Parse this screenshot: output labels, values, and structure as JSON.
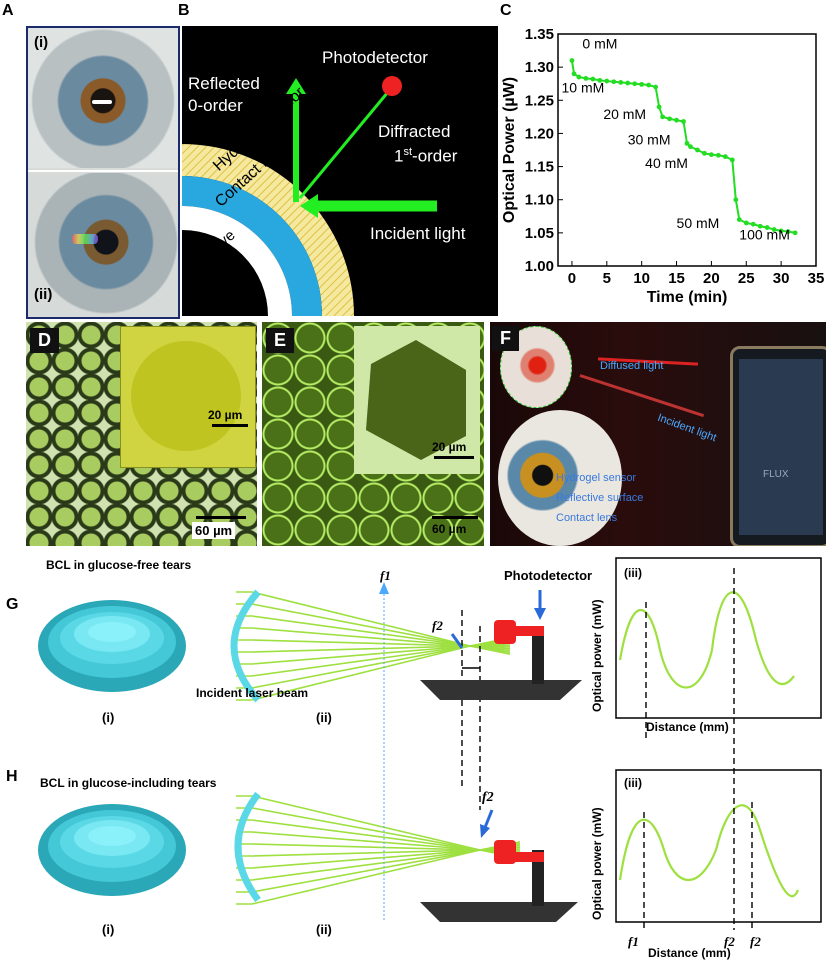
{
  "panel_letters": {
    "A": "A",
    "B": "B",
    "C": "C",
    "D": "D",
    "E": "E",
    "F": "F",
    "G": "G",
    "H": "H"
  },
  "panelA": {
    "sub_i": "(i)",
    "sub_ii": "(ii)"
  },
  "panelB": {
    "photodetector": "Photodetector",
    "reflected_line1": "Reflected",
    "reflected_line2": "0-order",
    "diffracted_line1": "Diffracted",
    "diffracted_line2_pre": "1",
    "diffracted_line2_sup": "st",
    "diffracted_line2_post": "-order",
    "incident": "Incident light",
    "layer_hydrogel": "Hydrogel sensor",
    "layer_contact": "Contact lens",
    "layer_eye": "Eye"
  },
  "chart_data": {
    "type": "line",
    "xlabel": "Time (min)",
    "ylabel": "Optical Power (µW)",
    "xlim": [
      -2,
      35
    ],
    "ylim": [
      1.0,
      1.35
    ],
    "x_ticks": [
      "0",
      "5",
      "10",
      "15",
      "20",
      "25",
      "30",
      "35"
    ],
    "y_ticks": [
      "1.00",
      "1.05",
      "1.10",
      "1.15",
      "1.20",
      "1.25",
      "1.30",
      "1.35"
    ],
    "series": [
      {
        "color": "#22dd22",
        "x": [
          0,
          0.3,
          1,
          2,
          3,
          4,
          5,
          6,
          7,
          8,
          9,
          10,
          11,
          12,
          12.5,
          13,
          14,
          15,
          16,
          16.5,
          17,
          18,
          19,
          20,
          21,
          22,
          23,
          23.5,
          24,
          25,
          26,
          27,
          28,
          29,
          30,
          31,
          32
        ],
        "y": [
          1.31,
          1.29,
          1.285,
          1.283,
          1.282,
          1.28,
          1.279,
          1.278,
          1.277,
          1.276,
          1.275,
          1.274,
          1.273,
          1.27,
          1.24,
          1.225,
          1.222,
          1.22,
          1.218,
          1.185,
          1.18,
          1.175,
          1.17,
          1.168,
          1.167,
          1.165,
          1.16,
          1.1,
          1.07,
          1.065,
          1.063,
          1.06,
          1.058,
          1.055,
          1.053,
          1.052,
          1.05
        ]
      }
    ],
    "annotations": [
      "0 mM",
      "10 mM",
      "20 mM",
      "30 mM",
      "40 mM",
      "50 mM",
      "100 mM"
    ]
  },
  "panelD": {
    "scale_large": "60 µm",
    "scale_small": "20 µm"
  },
  "panelE": {
    "scale_large": "60 µm",
    "scale_small": "20 µm"
  },
  "panelF": {
    "diffused": "Diffused light",
    "incident": "Incident light",
    "hydrogel": "Hydrogel sensor",
    "reflective": "Reflective surface",
    "contact": "Contact lens",
    "phone_text": "FLUX"
  },
  "panelG": {
    "title": "BCL in glucose-free tears",
    "sub_i": "(i)",
    "sub_ii": "(ii)",
    "sub_iii": "(iii)",
    "f1": "f1",
    "f2": "f2",
    "photodetector": "Photodetector",
    "incident": "Incident laser beam",
    "xlabel": "Distance (mm)",
    "ylabel": "Optical power (mW)"
  },
  "panelH": {
    "title": "BCL in glucose-including tears",
    "sub_i": "(i)",
    "sub_ii": "(ii)",
    "sub_iii": "(iii)",
    "f2": "f2",
    "xlabel": "Distance (mm)",
    "ylabel": "Optical power (mW)",
    "tick_f1": "f1",
    "tick_f2a": "f2",
    "tick_f2b": "f2"
  }
}
